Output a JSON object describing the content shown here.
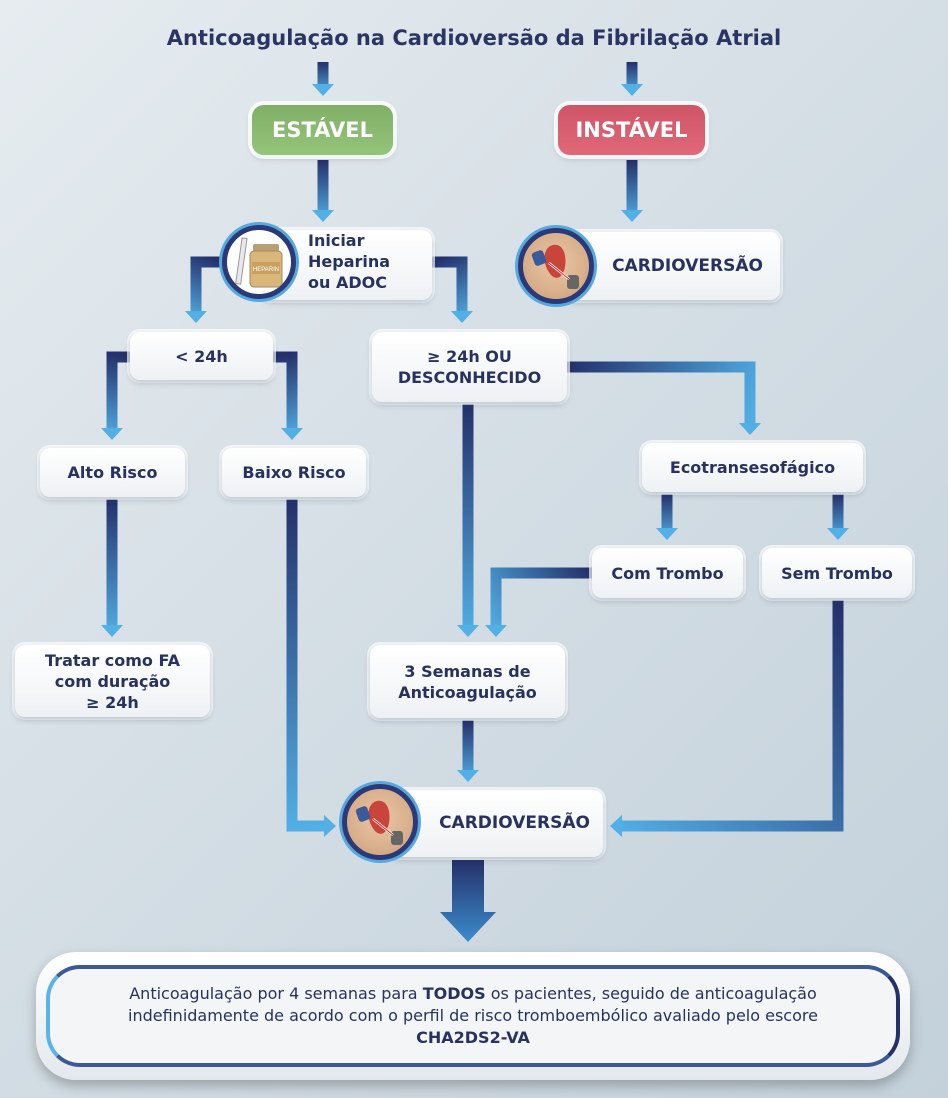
{
  "title": "Anticoagulação na Cardioversão da Fibrilação Atrial",
  "nodes": {
    "stable": "ESTÁVEL",
    "unstable": "INSTÁVEL",
    "heparin": [
      "Iniciar",
      "Heparina",
      "ou ADOC"
    ],
    "heparin_icon_label": "HEPARIN",
    "cardioversion_top": "CARDIOVERSÃO",
    "less_24h": "< 24h",
    "more_24h": [
      "≥ 24h OU",
      "DESCONHECIDO"
    ],
    "high_risk": "Alto Risco",
    "low_risk": "Baixo Risco",
    "tee": "Ecotransesofágico",
    "with_thrombus": "Com Trombo",
    "without_thrombus": "Sem Trombo",
    "treat_as": [
      "Tratar como FA",
      "com duração",
      "≥ 24h"
    ],
    "three_weeks": [
      "3 Semanas de",
      "Anticoagulação"
    ],
    "cardioversion_bottom": "CARDIOVERSÃO"
  },
  "footer": {
    "part1": "Anticoagulação por 4 semanas para ",
    "bold1": "TODOS",
    "part2": " os pacientes, seguido de anticoagulação indefinidamente de acordo com o perfil de risco tromboembólico avaliado pelo escore ",
    "bold2": "CHA2DS2-VA"
  },
  "colors": {
    "stable": "#86b86a",
    "unstable": "#d65c6c",
    "navy": "#24306a",
    "light_blue": "#52b0e6"
  }
}
